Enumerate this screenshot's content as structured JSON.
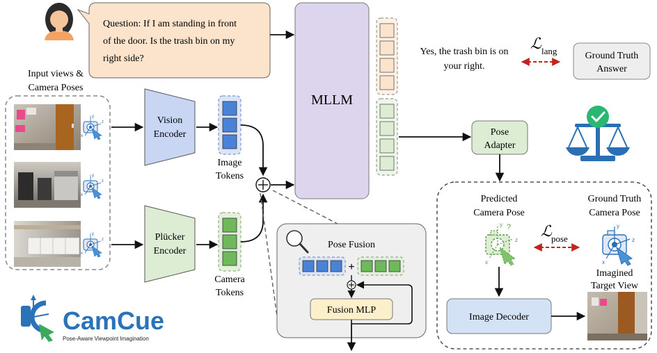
{
  "question": {
    "line1": "Question: If I am standing in front",
    "line2": "of the door. Is the trash bin on my",
    "line3": "right side?"
  },
  "input_label": {
    "line1": "Input views &",
    "line2": "Camera Poses"
  },
  "vision_encoder": {
    "line1": "Vision",
    "line2": "Encoder"
  },
  "plucker_encoder": {
    "line1": "Plücker",
    "line2": "Encoder"
  },
  "image_tokens": {
    "line1": "Image",
    "line2": "Tokens"
  },
  "camera_tokens": {
    "line1": "Camera",
    "line2": "Tokens"
  },
  "mllm": "MLLM",
  "answer": {
    "line1": "Yes, the trash bin is on",
    "line2": "your right."
  },
  "loss_lang": {
    "symbol": "ℒ",
    "sub": "lang"
  },
  "loss_pose": {
    "symbol": "ℒ",
    "sub": "pose"
  },
  "ground_truth_answer": {
    "line1": "Ground Truth",
    "line2": "Answer"
  },
  "pose_adapter": {
    "line1": "Pose",
    "line2": "Adapter"
  },
  "predicted_pose": {
    "line1": "Predicted",
    "line2": "Camera Pose"
  },
  "ground_truth_pose": {
    "line1": "Ground Truth",
    "line2": "Camera Pose"
  },
  "imagined_view": {
    "line1": "Imagined",
    "line2": "Target View"
  },
  "image_decoder": "Image Decoder",
  "pose_fusion": {
    "title": "Pose Fusion",
    "plus": "+",
    "mlp": "Fusion MLP"
  },
  "axis_labels": {
    "x": "x",
    "y": "y",
    "z": "z",
    "question_mark": "?"
  },
  "logo": {
    "word": "CamCue",
    "tagline": "Pose-Aware Viewpoint Imagination"
  },
  "colors": {
    "question_bubble": "#fbe3cc",
    "mllm": "#ddd4ee",
    "vision_encoder": "#c9d6f3",
    "plucker_encoder": "#dcedd3",
    "image_token": "#4a82d8",
    "camera_token": "#6fb85c",
    "answer_token": "#fbe3cc",
    "pose_token": "#dcedd3",
    "fusion_panel": "#efefef",
    "fusion_mlp": "#fbf0c9",
    "image_decoder": "#d3e3f5",
    "loss_arrow": "#c0241d",
    "scale_icon": "#2a6fb3",
    "check_icon": "#2bb673",
    "logo_blue": "#2a73b8",
    "logo_green": "#3caa5c"
  }
}
